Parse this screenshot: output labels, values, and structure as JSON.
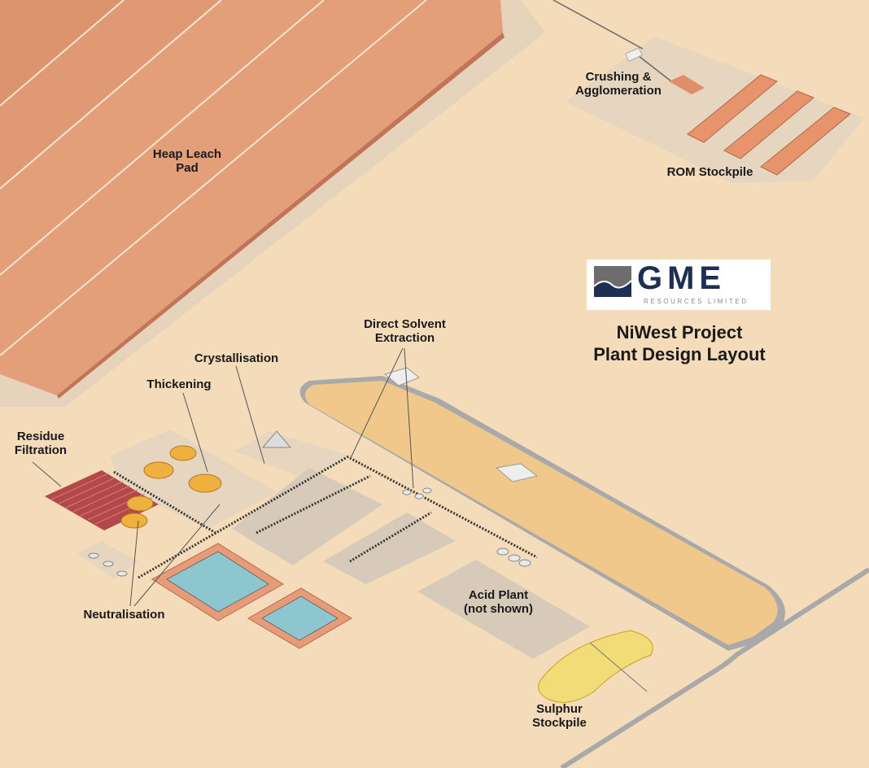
{
  "title": {
    "line1": "NiWest Project",
    "line2": "Plant Design Layout"
  },
  "logo": {
    "name": "GME",
    "subtitle": "RESOURCES LIMITED",
    "brand_color": "#1d2f52",
    "mark_color": "#6d6d6d"
  },
  "areas": {
    "heap_leach_pad": "Heap Leach\nPad",
    "crushing": "Crushing &\nAgglomeration",
    "rom_stockpile": "ROM Stockpile",
    "direct_solvent_extraction": "Direct Solvent\nExtraction",
    "crystallisation": "Crystallisation",
    "thickening": "Thickening",
    "residue_filtration": "Residue\nFiltration",
    "neutralisation": "Neutralisation",
    "acid_plant": "Acid Plant\n(not shown)",
    "sulphur_stockpile": "Sulphur\nStockpile"
  },
  "colors": {
    "ground": "#f4dbb9",
    "pad_surface": "#e39e7a",
    "pad_shadow": "#e5d3bb",
    "pond_water": "#8ec6cf",
    "pond_rim": "#e69c78",
    "thickener": "#f0b040",
    "filter_roof": "#b34848",
    "sulphur": "#f0d060",
    "tailings_area": "#f0c88c",
    "plant_pad": "#d8cab9",
    "road": "#a9a9a9"
  }
}
